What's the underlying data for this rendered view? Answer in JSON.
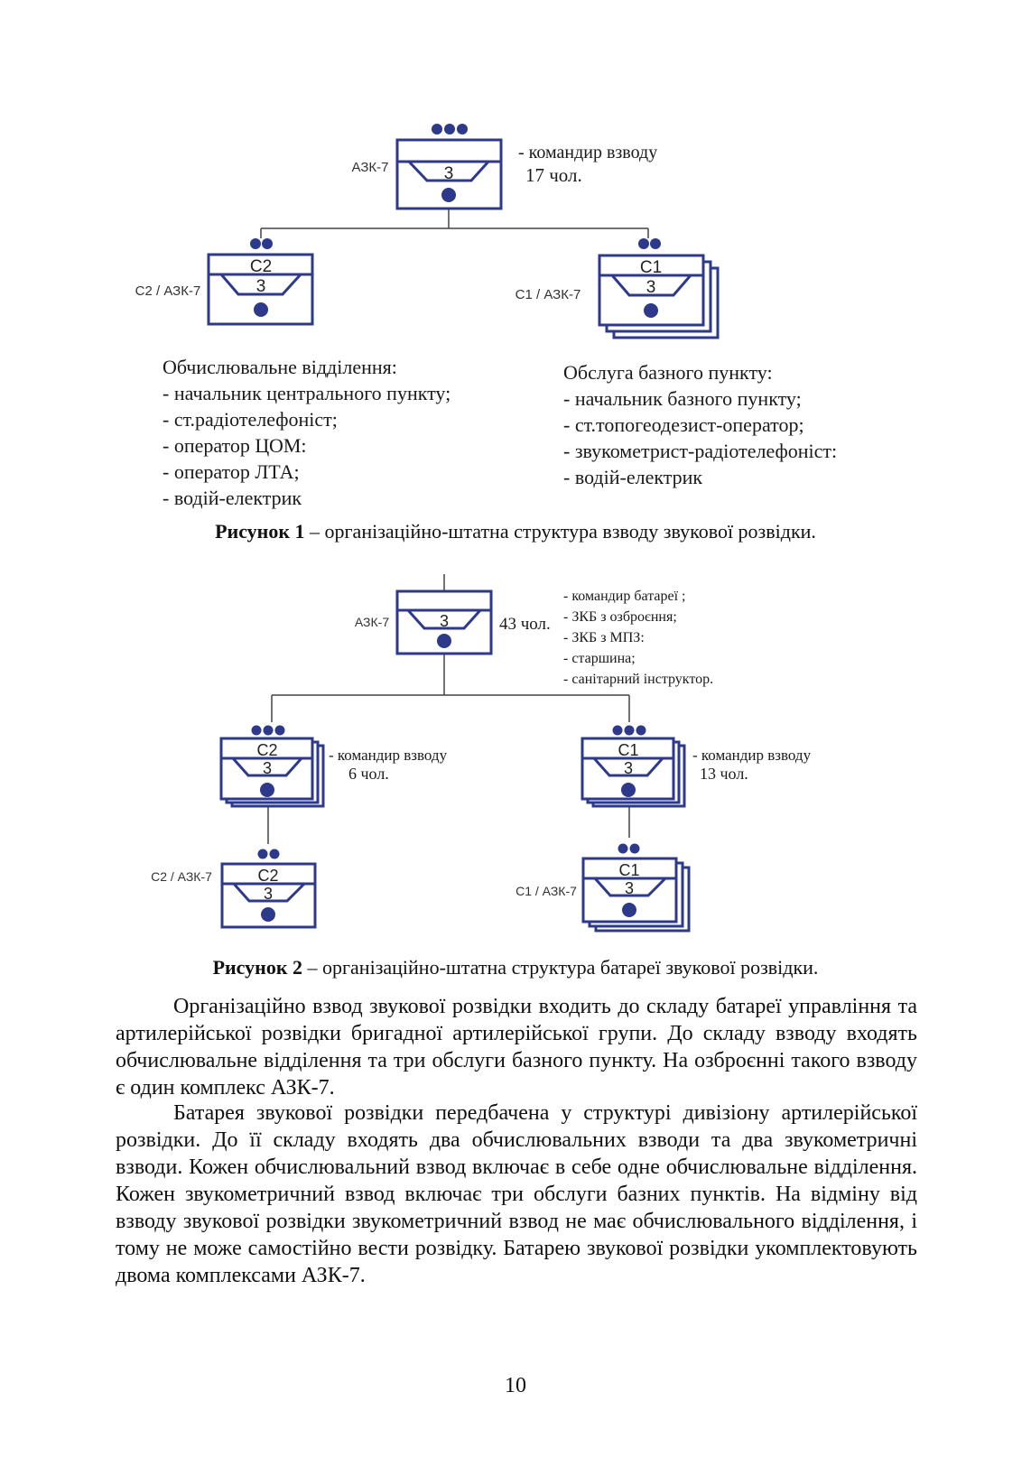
{
  "fig1": {
    "top": {
      "code": "3",
      "side_label": "АЗК-7",
      "role": "- командир взводу",
      "count": "17 чол."
    },
    "left": {
      "letter": "С2",
      "code": "3",
      "side_label": "С2 / АЗК-7"
    },
    "right": {
      "letter": "С1",
      "code": "3",
      "side_label": "С1 / АЗК-7"
    },
    "left_list": {
      "title": "Обчислювальне відділення:",
      "items": [
        "- начальник центрального пункту;",
        "- ст.радіотелефоніст;",
        "- оператор ЦОМ:",
        "- оператор ЛТА;",
        "- водій-електрик"
      ]
    },
    "right_list": {
      "title": "Обслуга базного пункту:",
      "items": [
        "- начальник базного пункту;",
        "- ст.топогеодезист-оператор;",
        "- звукометрист-радіотелефоніст:",
        "- водій-електрик"
      ]
    },
    "caption_bold": "Рисунок 1",
    "caption_rest": " – організаційно-штатна структура взводу звукової розвідки."
  },
  "fig2": {
    "top": {
      "code": "3",
      "side_label": "АЗК-7",
      "count": "43 чол.",
      "roles": [
        "- командир батареї ;",
        "- ЗКБ з озброєння;",
        "- ЗКБ з МПЗ:",
        "- старшина;",
        "- санітарний інструктор."
      ]
    },
    "mid_left": {
      "letter": "С2",
      "code": "3",
      "role": "- командир взводу",
      "count": "6 чол."
    },
    "mid_right": {
      "letter": "С1",
      "code": "3",
      "role": "- командир взводу",
      "count": "13 чол."
    },
    "bottom_left": {
      "letter": "С2",
      "code": "3",
      "side_label": "С2 / АЗК-7"
    },
    "bottom_right": {
      "letter": "С1",
      "code": "3",
      "side_label": "С1 / АЗК-7"
    },
    "caption_bold": "Рисунок 2",
    "caption_rest": " – організаційно-штатна структура батареї звукової розвідки."
  },
  "paragraphs": [
    "Організаційно взвод звукової розвідки входить до складу батареї управління та артилерійської розвідки бригадної артилерійської групи. До складу взводу входять обчислювальне відділення та три обслуги базного пункту. На озброєнні такого взводу є один комплекс АЗК-7.",
    "Батарея звукової розвідки передбачена у структурі дивізіону артилерійської розвідки. До її складу входять два обчислювальних взводи та два звукометричні взводи. Кожен обчислювальний взвод включає в себе одне обчислювальне відділення. Кожен звукометричний взвод включає три обслуги базних пунктів. На відміну від взводу звукової розвідки звукометричний взвод не має обчислювального відділення, і тому не може самостійно вести розвідку. Батарею звукової розвідки укомплектовують двома комплексами АЗК-7."
  ],
  "page_number": "10",
  "colors": {
    "symbol": "#2d3a8c",
    "line": "#444444"
  }
}
